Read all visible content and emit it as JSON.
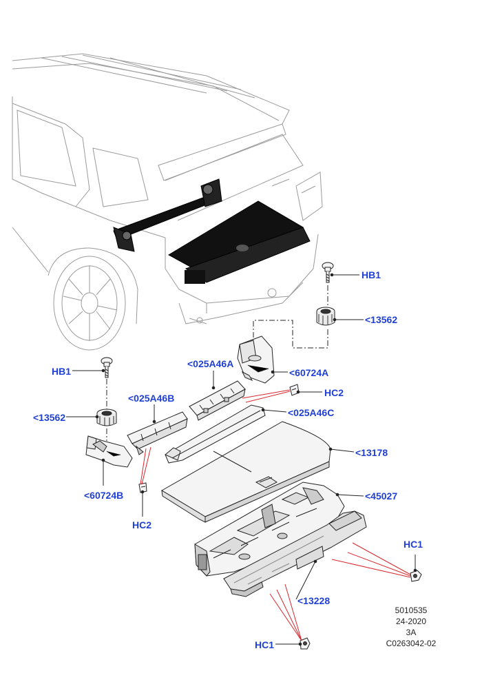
{
  "labels": {
    "hb1_right": "HB1",
    "c13562_right": "<13562",
    "c60724a": "<60724A",
    "hc2_right": "HC2",
    "c025a46c": "<025A46C",
    "c13178": "<13178",
    "c45027": "<45027",
    "hc1_right": "HC1",
    "c13228": "<13228",
    "hc1_bottom": "HC1",
    "hb1_left": "HB1",
    "c025a46a": "<025A46A",
    "c025a46b": "<025A46B",
    "c13562_left": "<13562",
    "c60724b": "<60724B",
    "hc2_bottom": "HC2"
  },
  "meta": {
    "line1": "5010535",
    "line2": "24-2020",
    "line3": "3A",
    "line4": "C0263042-02"
  },
  "colors": {
    "label": "#1f3fd6",
    "leader_red": "#d8262b",
    "outline": "#222222",
    "car_outline": "#9a9a9a",
    "part_fill": "#f4f4f4",
    "dark_fill": "#111111"
  }
}
